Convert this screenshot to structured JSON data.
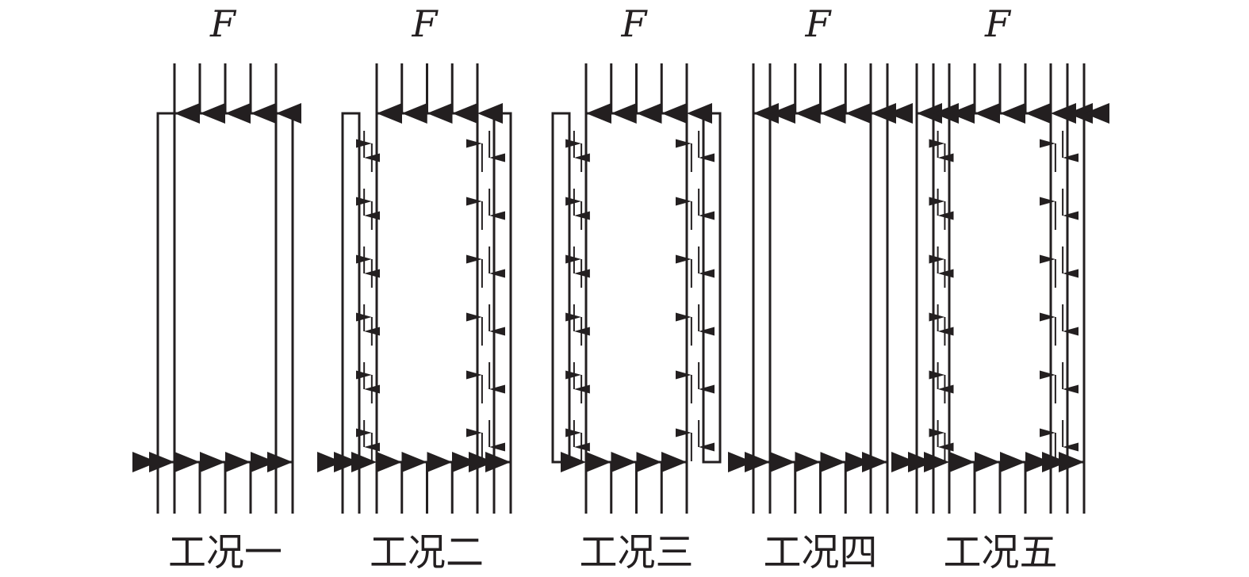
{
  "diagram": {
    "colors": {
      "stroke": "#231f20",
      "background": "#ffffff"
    },
    "cases": [
      {
        "id": "case-1",
        "force_label": "F",
        "label": "工况一",
        "side_plates": "attached",
        "top_arrows": "core",
        "bottom_arrows": "all",
        "shear_arrows": "none"
      },
      {
        "id": "case-2",
        "force_label": "F",
        "label": "工况二",
        "side_plates": "detached-flush",
        "top_arrows": "core",
        "bottom_arrows": "all",
        "shear_arrows": "present"
      },
      {
        "id": "case-3",
        "force_label": "F",
        "label": "工况三",
        "side_plates": "detached-short",
        "top_arrows": "core",
        "bottom_arrows": "core",
        "shear_arrows": "present"
      },
      {
        "id": "case-4",
        "force_label": "F",
        "label": "工况四",
        "side_plates": "attached",
        "top_arrows": "all",
        "bottom_arrows": "all",
        "shear_arrows": "none"
      },
      {
        "id": "case-5",
        "force_label": "F",
        "label": "工况五",
        "side_plates": "detached-flush",
        "top_arrows": "all",
        "bottom_arrows": "all",
        "shear_arrows": "present"
      }
    ]
  }
}
